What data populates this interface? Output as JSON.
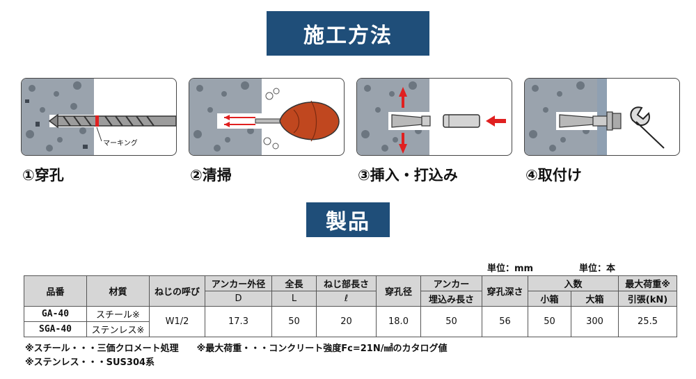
{
  "headings": {
    "install": "施工方法",
    "product": "製品"
  },
  "steps": [
    {
      "caption": "①穿孔",
      "annotation": "マーキング"
    },
    {
      "caption": "②清掃"
    },
    {
      "caption": "③挿入・打込み"
    },
    {
      "caption": "④取付け"
    }
  ],
  "units": {
    "length": "単位：mm",
    "count": "単位：本"
  },
  "table": {
    "head": {
      "part_no": "品番",
      "material": "材質",
      "thread": "ねじの呼び",
      "outer_dia": "アンカー外径",
      "outer_dia_sym": "D",
      "length": "全長",
      "length_sym": "L",
      "thread_len": "ねじ部長さ",
      "thread_len_sym": "ℓ",
      "hole_dia": "穿孔径",
      "embed_top": "アンカー",
      "embed_bottom": "埋込み長さ",
      "hole_depth": "穿孔深さ",
      "qty": "入数",
      "qty_small": "小箱",
      "qty_large": "大箱",
      "load_top": "最大荷重※",
      "load_bottom": "引張(kN)"
    },
    "rows": [
      {
        "part_no": "GA-40",
        "material": "スチール※"
      },
      {
        "part_no": "SGA-40",
        "material": "ステンレス※"
      }
    ],
    "shared": {
      "thread": "W1/2",
      "outer_dia": "17.3",
      "length": "50",
      "thread_len": "20",
      "hole_dia": "18.0",
      "embed": "50",
      "hole_depth": "56",
      "qty_small": "50",
      "qty_large": "300",
      "load": "25.5"
    }
  },
  "notes": [
    "※スチール・・・三価クロメート処理　　※最大荷重・・・コンクリート強度Fc=21N/㎟のカタログ値",
    "※ステンレス・・・SUS304系"
  ],
  "colors": {
    "heading_bg": "#1f4e79",
    "header_cell": "#d6d6d6",
    "accent_red": "#e02020"
  }
}
